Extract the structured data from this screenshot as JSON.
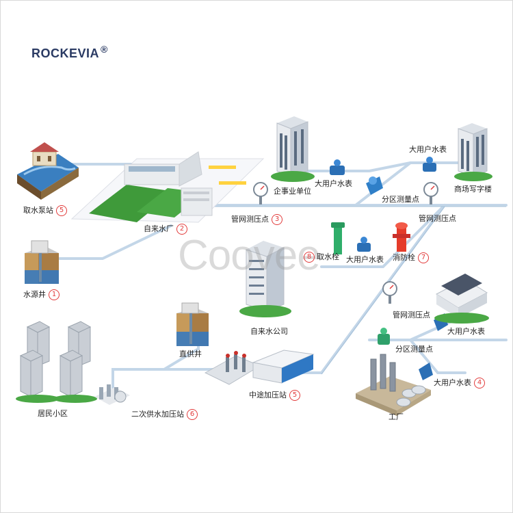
{
  "brand": {
    "logo_text": "ROCKEVIA",
    "registered_mark": "®"
  },
  "watermark": "Coovee",
  "colors": {
    "pipe": "#c3d6e8",
    "pipe_edge": "#9fbcd6",
    "badge": "#e23b3b",
    "logo": "#2a3a63",
    "grass": "#3f9a3a",
    "water": "#2f78c4",
    "soil": "#8a6a3d",
    "hydrant": "#e53b2a",
    "green_valve": "#2fae6a"
  },
  "labels": {
    "intake_station": "取水泵站",
    "intake_num": "5",
    "water_plant": "自来水厂",
    "plant_num": "2",
    "source_well": "水源井",
    "well_num": "1",
    "enterprise": "企事业单位",
    "big_meter_top": "大用户水表",
    "big_meter_top_right": "大用户水表",
    "district_meter_top": "分区测量点",
    "commercial": "商场写字楼",
    "pressure_point_1": "管网测压点",
    "pressure_1_num": "3",
    "pressure_point_2": "管网测压点",
    "fire_hydrant_intake": "取水栓",
    "hydrant_intake_num": "8",
    "big_meter_mid": "大用户水表",
    "hydrant": "消防栓",
    "hydrant_num": "7",
    "water_company": "自来水公司",
    "pressure_point_3": "管网测压点",
    "big_meter_right": "大用户水表",
    "direct_well": "直供井",
    "district_meter_bottom": "分区测量点",
    "residential": "居民小区",
    "secondary_station": "二次供水加压站",
    "secondary_num": "6",
    "booster_station": "中途加压站",
    "booster_num": "5",
    "factory": "工厂",
    "big_meter_bottom": "大用户水表",
    "big_meter_bottom_num": "4"
  }
}
